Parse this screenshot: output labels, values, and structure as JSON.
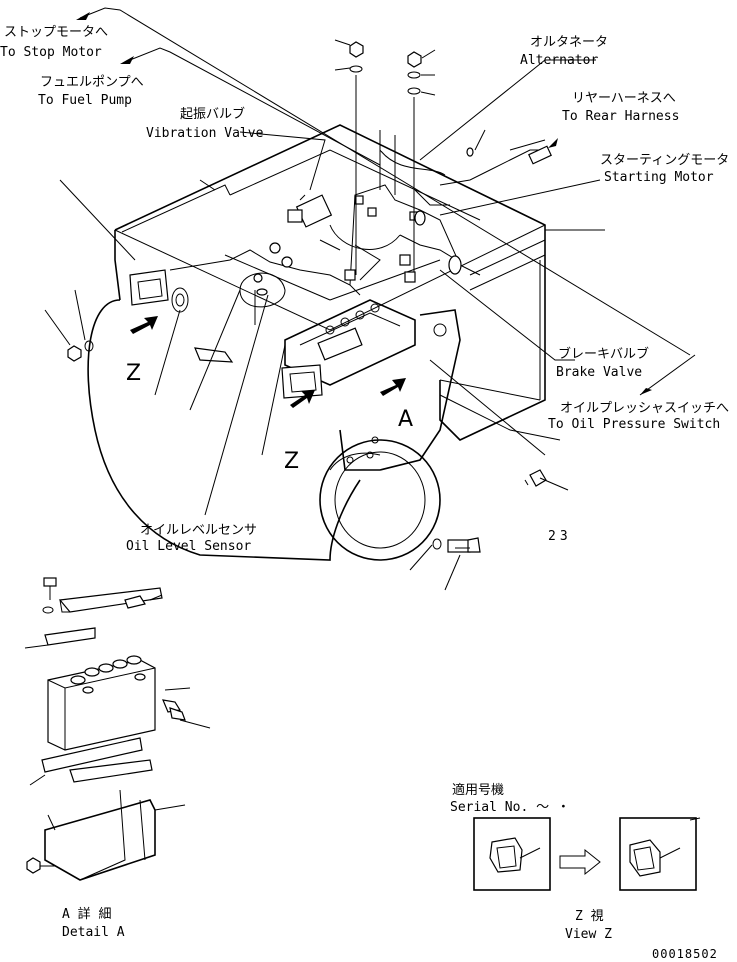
{
  "labels": {
    "stop_motor_jp": "ストップモータへ",
    "stop_motor_en": "To Stop Motor",
    "fuel_pump_jp": "フュエルポンプへ",
    "fuel_pump_en": "To Fuel Pump",
    "vibration_valve_jp": "起振バルブ",
    "vibration_valve_en": "Vibration Valve",
    "alternator_jp": "オルタネータ",
    "alternator_en": "Alternator",
    "rear_harness_jp": "リヤーハーネスへ",
    "rear_harness_en": "To Rear Harness",
    "starting_motor_jp": "スターティングモータ",
    "starting_motor_en": "Starting Motor",
    "brake_valve_jp": "ブレーキバルブ",
    "brake_valve_en": "Brake Valve",
    "oil_pressure_jp": "オイルプレッシャスイッチへ",
    "oil_pressure_en": "To Oil Pressure Switch",
    "oil_level_jp": "オイルレベルセンサ",
    "oil_level_en": "Oil Level Sensor",
    "part_number": "23",
    "view_z_1": "Z",
    "view_z_2": "Z",
    "view_a": "A",
    "serial_jp": "適用号機",
    "serial_en": "Serial No. ～  ・",
    "detail_a_jp": "A 詳 細",
    "detail_a_en": "Detail A",
    "view_z_jp": "Z  視",
    "view_z_en": "View Z",
    "drawing_number": "00018502"
  }
}
